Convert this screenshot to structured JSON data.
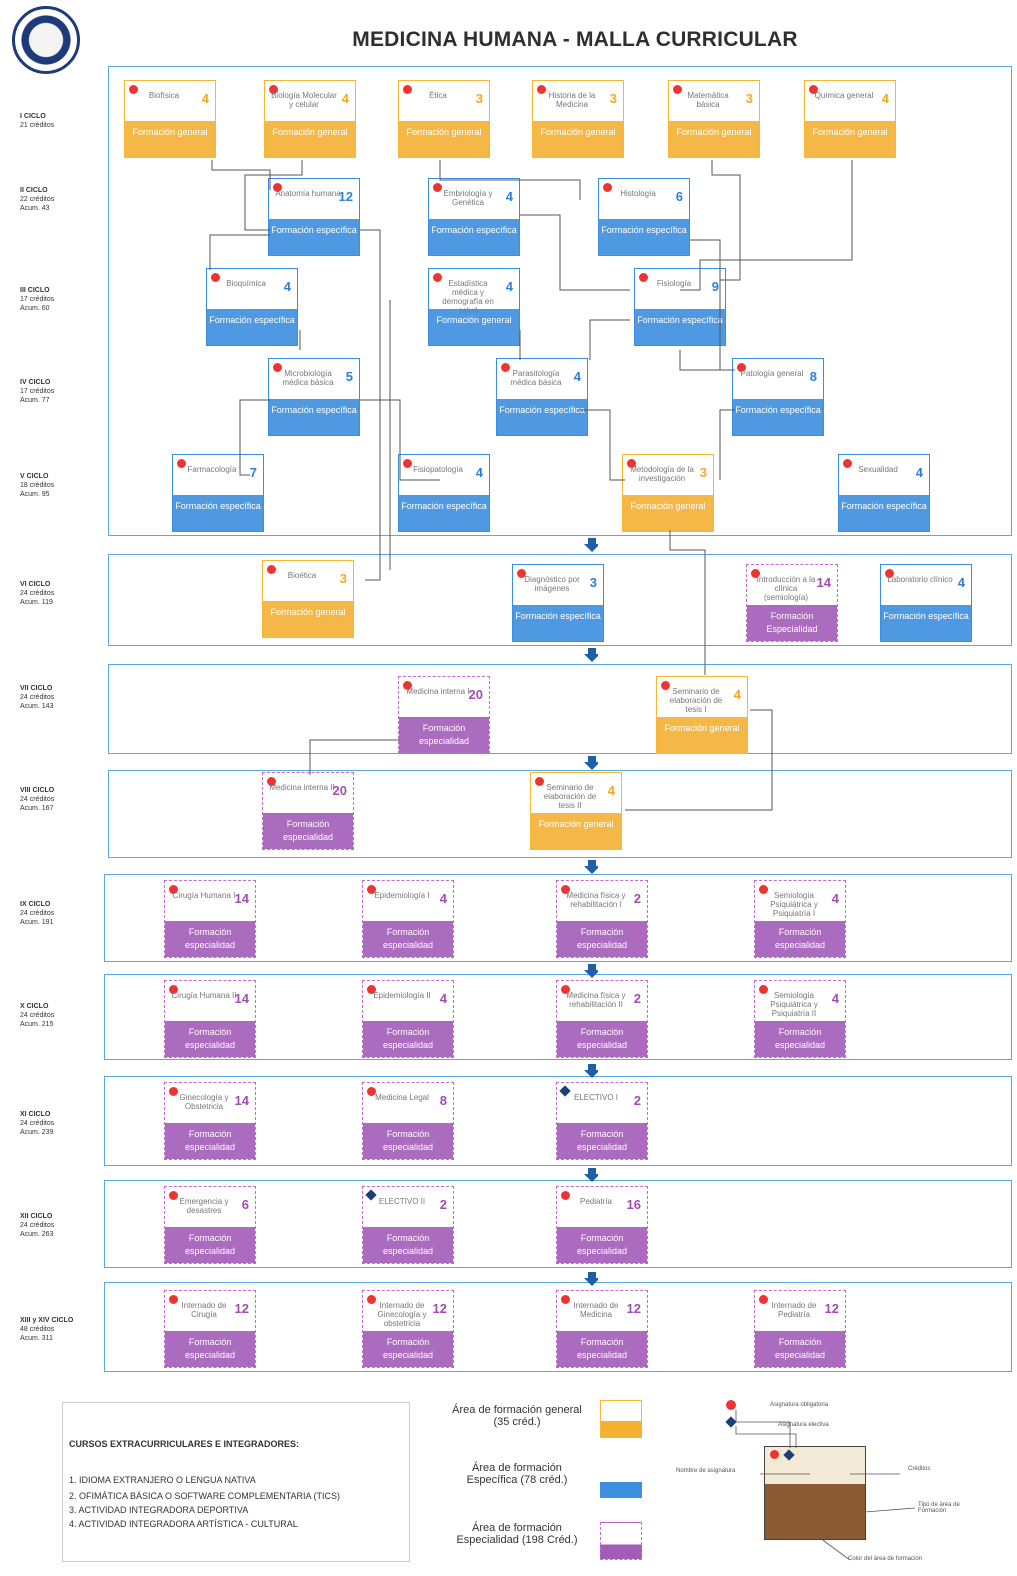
{
  "title": "MEDICINA HUMANA - MALLA CURRICULAR",
  "colors": {
    "general": "#f5b132",
    "especifica": "#3d8fe0",
    "especialidad": "#a35bb8",
    "frame": "#5aa8e0"
  },
  "cycles": [
    {
      "name": "I CICLO",
      "credits": "21 créditos",
      "acum": ""
    },
    {
      "name": "II CICLO",
      "credits": "22 créditos",
      "acum": "Acum. 43"
    },
    {
      "name": "III CICLO",
      "credits": "17 créditos",
      "acum": "Acum. 60"
    },
    {
      "name": "IV CICLO",
      "credits": "17 créditos",
      "acum": "Acum. 77"
    },
    {
      "name": "V CICLO",
      "credits": "18 créditos",
      "acum": "Acum. 95"
    },
    {
      "name": "VI CICLO",
      "credits": "24 créditos",
      "acum": "Acum. 119"
    },
    {
      "name": "VII CICLO",
      "credits": "24 créditos",
      "acum": "Acum. 143"
    },
    {
      "name": "VIII CICLO",
      "credits": "24 créditos",
      "acum": "Acum. 167"
    },
    {
      "name": "IX CICLO",
      "credits": "24 créditos",
      "acum": "Acum. 191"
    },
    {
      "name": "X CICLO",
      "credits": "24 créditos",
      "acum": "Acum. 215"
    },
    {
      "name": "XI CICLO",
      "credits": "24 créditos",
      "acum": "Acum. 239"
    },
    {
      "name": "XII CICLO",
      "credits": "24 créditos",
      "acum": "Acum. 263"
    },
    {
      "name": "XIII y XIV CICLO",
      "credits": "48 créditos",
      "acum": "Acum. 311"
    }
  ],
  "courses": [
    {
      "name": "Biofísica",
      "credits": "4",
      "area": "Formación general",
      "type": "gen",
      "mark": "dot"
    },
    {
      "name": "Biología Molecular y celular",
      "credits": "4",
      "area": "Formación general",
      "type": "gen",
      "mark": "dot"
    },
    {
      "name": "Ética",
      "credits": "3",
      "area": "Formación general",
      "type": "gen",
      "mark": "dot"
    },
    {
      "name": "Historia de la Medicina",
      "credits": "3",
      "area": "Formación general",
      "type": "gen",
      "mark": "dot"
    },
    {
      "name": "Matemática básica",
      "credits": "3",
      "area": "Formación general",
      "type": "gen",
      "mark": "dot"
    },
    {
      "name": "Química general",
      "credits": "4",
      "area": "Formación general",
      "type": "gen",
      "mark": "dot"
    },
    {
      "name": "Anatomía humana",
      "credits": "12",
      "area": "Formación específica",
      "type": "esp",
      "mark": "dot"
    },
    {
      "name": "Embriología y Genética",
      "credits": "4",
      "area": "Formación específica",
      "type": "esp",
      "mark": "dot"
    },
    {
      "name": "Histología",
      "credits": "6",
      "area": "Formación específica",
      "type": "esp",
      "mark": "dot"
    },
    {
      "name": "Bioquímica",
      "credits": "4",
      "area": "Formación específica",
      "type": "esp",
      "mark": "dot"
    },
    {
      "name": "Estadística médica y demografía en salud",
      "credits": "4",
      "area": "Formación general",
      "type": "esp",
      "mark": "dot"
    },
    {
      "name": "Fisiología",
      "credits": "9",
      "area": "Formación específica",
      "type": "esp",
      "mark": "dot"
    },
    {
      "name": "Microbiología médica básica",
      "credits": "5",
      "area": "Formación específica",
      "type": "esp",
      "mark": "dot"
    },
    {
      "name": "Parasitología médica básica",
      "credits": "4",
      "area": "Formación específica",
      "type": "esp",
      "mark": "dot"
    },
    {
      "name": "Patología general",
      "credits": "8",
      "area": "Formación específica",
      "type": "esp",
      "mark": "dot"
    },
    {
      "name": "Farmacología",
      "credits": "7",
      "area": "Formación específica",
      "type": "esp",
      "mark": "dot"
    },
    {
      "name": "Fisiopatología",
      "credits": "4",
      "area": "Formación específica",
      "type": "esp",
      "mark": "dot"
    },
    {
      "name": "Metodología de la investigación",
      "credits": "3",
      "area": "Formación general",
      "type": "gen",
      "mark": "dot"
    },
    {
      "name": "Sexualidad",
      "credits": "4",
      "area": "Formación específica",
      "type": "esp",
      "mark": "dot"
    },
    {
      "name": "Bioética",
      "credits": "3",
      "area": "Formación general",
      "type": "gen",
      "mark": "dot"
    },
    {
      "name": "Diagnóstico por imágenes",
      "credits": "3",
      "area": "Formación específica",
      "type": "esp",
      "mark": "dot"
    },
    {
      "name": "Introducción a la clínica (semiología)",
      "credits": "14",
      "area": "Formación Especialidad",
      "type": "spe",
      "mark": "dot"
    },
    {
      "name": "Laboratorio clínico",
      "credits": "4",
      "area": "Formación específica",
      "type": "esp",
      "mark": "dot"
    },
    {
      "name": "Medicina interna I",
      "credits": "20",
      "area": "Formación especialidad",
      "type": "spe",
      "mark": "dot"
    },
    {
      "name": "Seminario de elaboración de tesis I",
      "credits": "4",
      "area": "Formación general",
      "type": "gen",
      "mark": "dot"
    },
    {
      "name": "Medicina interna II",
      "credits": "20",
      "area": "Formación especialidad",
      "type": "spe",
      "mark": "dot"
    },
    {
      "name": "Seminario de elaboración de tesis II",
      "credits": "4",
      "area": "Formación general",
      "type": "gen",
      "mark": "dot"
    },
    {
      "name": "Cirugía Humana I",
      "credits": "14",
      "area": "Formación especialidad",
      "type": "spe",
      "mark": "dot"
    },
    {
      "name": "Epidemiología I",
      "credits": "4",
      "area": "Formación especialidad",
      "type": "spe",
      "mark": "dot"
    },
    {
      "name": "Medicina física y rehabilitación I",
      "credits": "2",
      "area": "Formación especialidad",
      "type": "spe",
      "mark": "dot"
    },
    {
      "name": "Semiología Psiquiátrica y Psiquiatría I",
      "credits": "4",
      "area": "Formación especialidad",
      "type": "spe",
      "mark": "dot"
    },
    {
      "name": "Cirugía Humana II",
      "credits": "14",
      "area": "Formación especialidad",
      "type": "spe",
      "mark": "dot"
    },
    {
      "name": "Epidemiología II",
      "credits": "4",
      "area": "Formación especialidad",
      "type": "spe",
      "mark": "dot"
    },
    {
      "name": "Medicina física y rehabilitación II",
      "credits": "2",
      "area": "Formación especialidad",
      "type": "spe",
      "mark": "dot"
    },
    {
      "name": "Semiología Psiquiátrica y Psiquiatría II",
      "credits": "4",
      "area": "Formación especialidad",
      "type": "spe",
      "mark": "dot"
    },
    {
      "name": "Ginecología y Obstetricia",
      "credits": "14",
      "area": "Formación especialidad",
      "type": "spe",
      "mark": "dot"
    },
    {
      "name": "Medicina Legal",
      "credits": "8",
      "area": "Formación especialidad",
      "type": "spe",
      "mark": "dot"
    },
    {
      "name": "ELECTIVO I",
      "credits": "2",
      "area": "Formación especialidad",
      "type": "spe",
      "mark": "dia"
    },
    {
      "name": "Emergencia y desastres",
      "credits": "6",
      "area": "Formación especialidad",
      "type": "spe",
      "mark": "dot"
    },
    {
      "name": "ELECTIVO II",
      "credits": "2",
      "area": "Formación especialidad",
      "type": "spe",
      "mark": "dia"
    },
    {
      "name": "Pediatría",
      "credits": "16",
      "area": "Formación especialidad",
      "type": "spe",
      "mark": "dot"
    },
    {
      "name": "Internado de Cirugía",
      "credits": "12",
      "area": "Formación especialidad",
      "type": "spe",
      "mark": "dot"
    },
    {
      "name": "Internado de Ginecología y obstetricia",
      "credits": "12",
      "area": "Formación especialidad",
      "type": "spe",
      "mark": "dot"
    },
    {
      "name": "Internado de Medicina",
      "credits": "12",
      "area": "Formación especialidad",
      "type": "spe",
      "mark": "dot"
    },
    {
      "name": "Internado de Pediatría",
      "credits": "12",
      "area": "Formación especialidad",
      "type": "spe",
      "mark": "dot"
    }
  ],
  "extracurricular": {
    "heading": "CURSOS EXTRACURRICULARES E INTEGRADORES:",
    "items": [
      "1. IDIOMA EXTRANJERO O LENGUA NATIVA",
      "2. OFIMÁTICA BÁSICA O SOFTWARE COMPLEMENTARIA (TICS)",
      "3. ACTIVIDAD INTEGRADORA DEPORTIVA",
      "4. ACTIVIDAD INTEGRADORA ARTÍSTICA - CULTURAL"
    ]
  },
  "legend": {
    "general": "Área de formación general (35 créd.)",
    "especifica": "Área de formación Específica (78 créd.)",
    "especialidad": "Área de formación Especialidad (198 Créd.)",
    "obligatoria": "Asignatura obligatoria",
    "electiva": "Asignatura electiva",
    "nombre": "Nombre de asignatura",
    "creditos": "Créditos",
    "tipo": "Tipo de área de Formación",
    "color": "Color del área de formación"
  }
}
